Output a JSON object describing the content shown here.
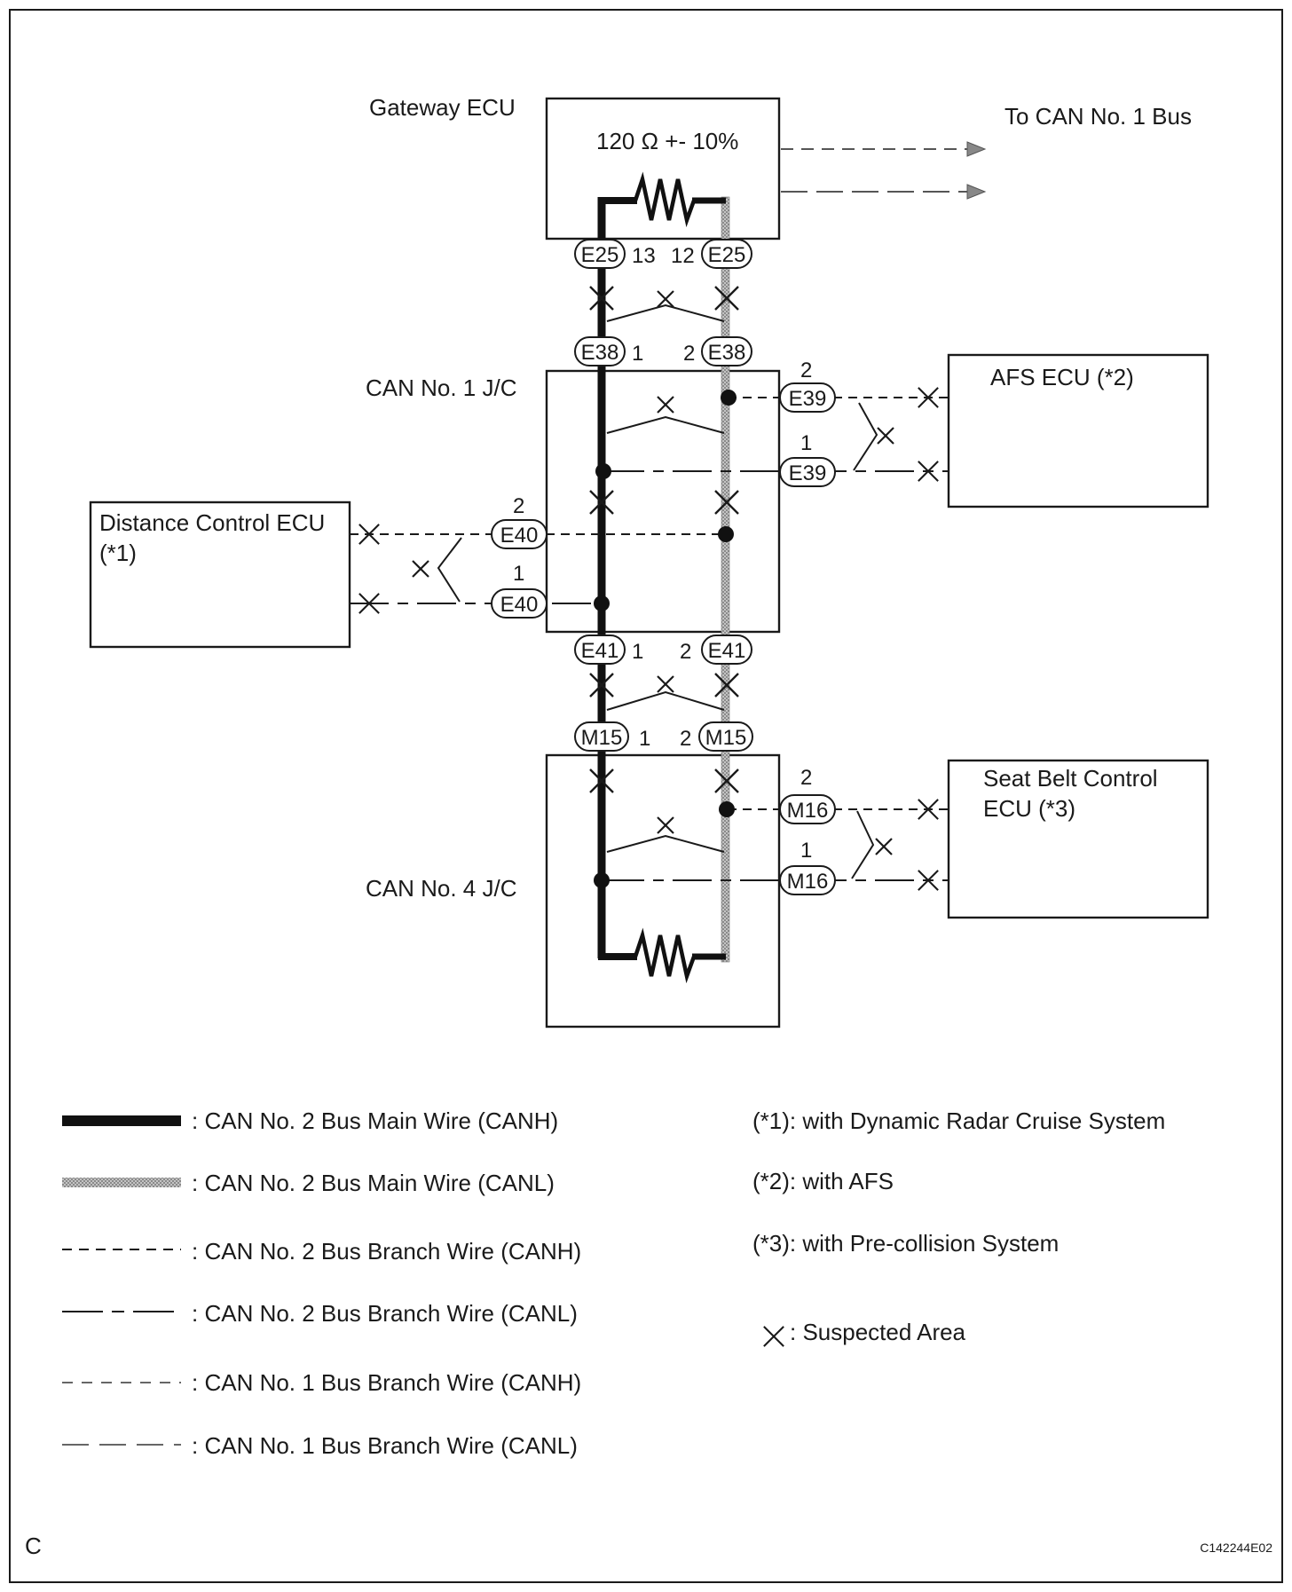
{
  "diagram": {
    "corner_letter": "C",
    "figure_code": "C142244E02",
    "to_bus_label": "To CAN No. 1 Bus",
    "gateway": {
      "title": "Gateway ECU",
      "resistor_label": "120 Ω +- 10%"
    },
    "jc1": {
      "title": "CAN No. 1 J/C"
    },
    "jc4": {
      "title": "CAN No. 4 J/C"
    },
    "afs": {
      "title": "AFS ECU (*2)"
    },
    "distance": {
      "title_line1": "Distance Control ECU",
      "title_line2": "(*1)"
    },
    "seatbelt": {
      "title_line1": "Seat Belt Control",
      "title_line2": "ECU (*3)"
    },
    "connectors": {
      "e25": "E25",
      "e38": "E38",
      "e39": "E39",
      "e40": "E40",
      "e41": "E41",
      "m15": "M15",
      "m16": "M16"
    },
    "pins": {
      "e25_left": "13",
      "e25_right": "12",
      "e38_left": "1",
      "e38_right": "2",
      "e39_top": "2",
      "e39_bottom": "1",
      "e40_top": "2",
      "e40_bottom": "1",
      "e41_left": "1",
      "e41_right": "2",
      "m15_left": "1",
      "m15_right": "2",
      "m16_top": "2",
      "m16_bottom": "1"
    },
    "suspect_mark": "×"
  },
  "legend": {
    "main_canh": ": CAN No. 2 Bus Main Wire (CANH)",
    "main_canl": ": CAN No. 2 Bus Main Wire (CANL)",
    "branch2_canh": ": CAN No. 2 Bus Branch Wire (CANH)",
    "branch2_canl": ": CAN No. 2 Bus Branch Wire (CANL)",
    "branch1_canh": ": CAN No. 1 Bus Branch Wire (CANH)",
    "branch1_canl": ": CAN No. 1 Bus Branch Wire (CANL)",
    "note1": "(*1): with Dynamic Radar Cruise System",
    "note2": "(*2): with AFS",
    "note3": "(*3): with Pre-collision System",
    "suspected_area": ": Suspected Area"
  }
}
